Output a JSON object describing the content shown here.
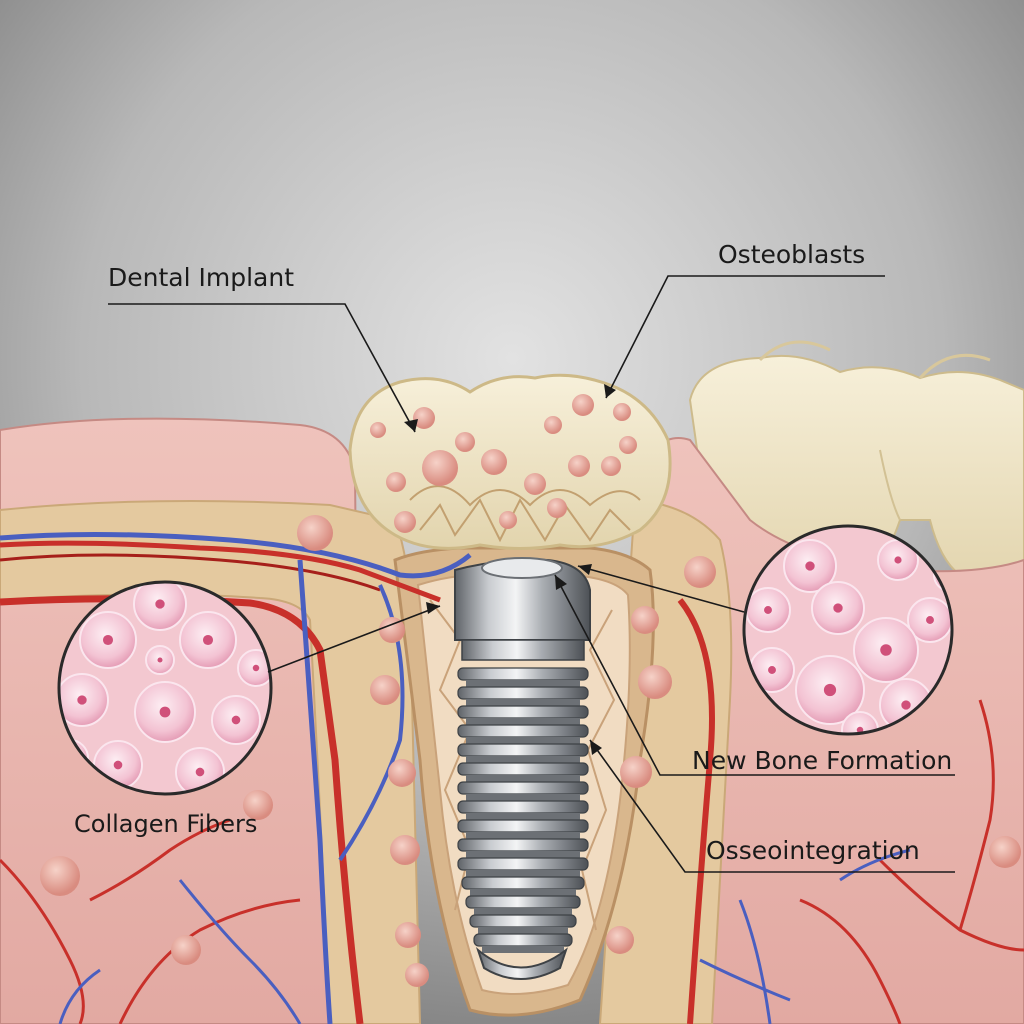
{
  "labels": {
    "dental_implant": "Dental Implant",
    "osteoblasts": "Osteoblasts",
    "new_bone_formation": "New Bone Formation",
    "osseointegration": "Osseointegration",
    "collagen_fibers": "Collagen Fibers"
  },
  "colors": {
    "background_top": "#8c8c8c",
    "background_center": "#d9d9d9",
    "gum": "#e8b4ae",
    "bone": "#e2c8a0",
    "enamel": "#eee3c4",
    "implant_metal": "#b5b8bc",
    "artery": "#c8302a",
    "vein": "#4a5fc0",
    "cell": "#f4c8d6",
    "nucleus": "#d0507a"
  }
}
